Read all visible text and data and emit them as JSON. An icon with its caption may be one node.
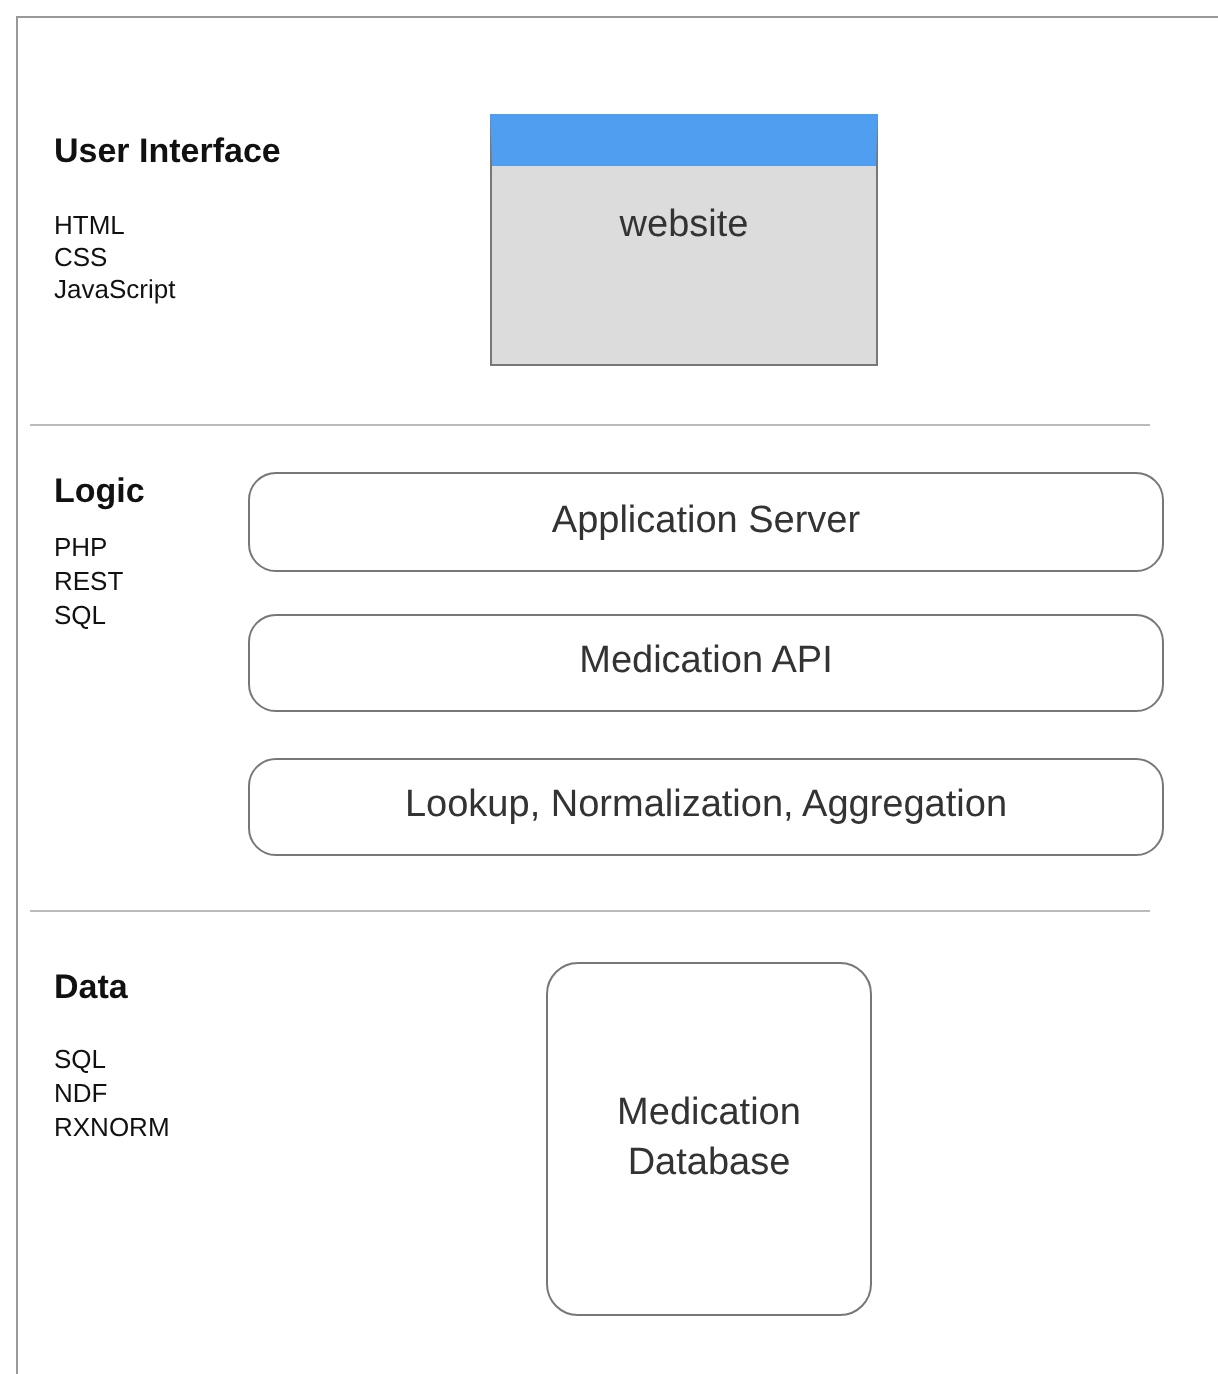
{
  "diagram": {
    "nodes": [
      {
        "text": [
          "website"
        ]
      },
      {
        "text": [
          "Application Server"
        ]
      },
      {
        "text": [
          "Medication API"
        ]
      },
      {
        "text": [
          "Lookup, Normalization, Aggregation"
        ]
      },
      {
        "text": [
          "Medication Database"
        ]
      }
    ],
    "labels": [
      "User Interface",
      "HTML",
      "CSS",
      "JavaScript",
      "Logic",
      "PHP",
      "REST",
      "SQL",
      "Data",
      "SQL",
      "NDF",
      "RXNORM"
    ]
  }
}
